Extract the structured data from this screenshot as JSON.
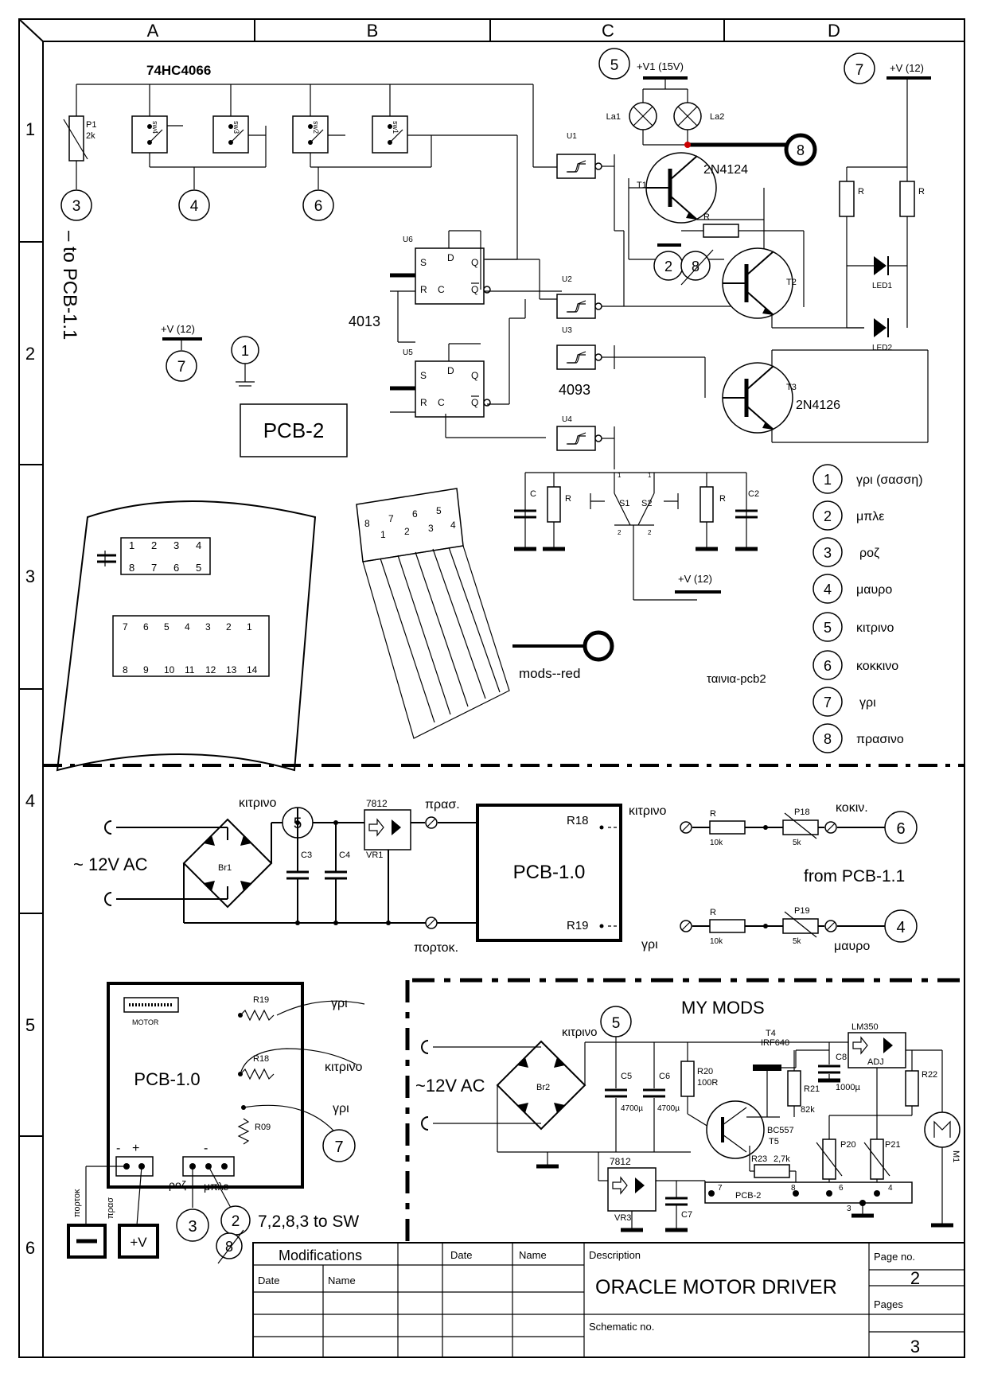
{
  "frame": {
    "columns": [
      "A",
      "B",
      "C",
      "D"
    ],
    "rows": [
      "1",
      "2",
      "3",
      "4",
      "5",
      "6"
    ]
  },
  "top": {
    "ic_switch": "74HC4066",
    "pot": {
      "ref": "P1",
      "value": "2k"
    },
    "switches": [
      "sw4",
      "sw3",
      "sw2",
      "sw1"
    ],
    "ff_ic": "4013",
    "ff": [
      "U6",
      "U5"
    ],
    "trigger_ic": "4093",
    "triggers": [
      "U1",
      "U2",
      "U3",
      "U4"
    ],
    "supply_v1": "+V1 (15V)",
    "supply_v12": "+V (12)",
    "lamps": [
      "La1",
      "La2"
    ],
    "transistors": [
      {
        "ref": "T1",
        "part": "2N4124"
      },
      {
        "ref": "T2",
        "part": ""
      },
      {
        "ref": "T3",
        "part": "2N4126"
      }
    ],
    "res": "R",
    "leds": [
      "LED1",
      "LED2"
    ],
    "switch_labels": [
      "S1",
      "S2"
    ],
    "caps": [
      "C",
      "C2"
    ],
    "pin_nums": [
      "1",
      "2"
    ],
    "to_pcb": "–   to PCB-1.1",
    "pcb2_label": "PCB-2",
    "mods_red": "mods--red",
    "ribbon_label": "ταινια-pcb2",
    "chip_pins_small": [
      "1",
      "2",
      "3",
      "4",
      "8",
      "7",
      "6",
      "5"
    ],
    "chip_pins_large_top": [
      "7",
      "6",
      "5",
      "4",
      "3",
      "2",
      "1"
    ],
    "chip_pins_large_bot": [
      "8",
      "9",
      "10",
      "11",
      "12",
      "13",
      "14"
    ],
    "ribbon_pins_top": [
      "8",
      "7",
      "6",
      "5"
    ],
    "ribbon_pins_bot": [
      "1",
      "2",
      "3",
      "4"
    ]
  },
  "legend": [
    {
      "num": "1",
      "label": "γρι (σασση)"
    },
    {
      "num": "2",
      "label": "μπλε"
    },
    {
      "num": "3",
      "label": "ροζ"
    },
    {
      "num": "4",
      "label": "μαυρο"
    },
    {
      "num": "5",
      "label": "κιτρινο"
    },
    {
      "num": "6",
      "label": "κοκκινο"
    },
    {
      "num": "7",
      "label": "γρι"
    },
    {
      "num": "8",
      "label": "πρασινο"
    }
  ],
  "middle": {
    "ac_label": "~ 12V AC",
    "bridge": "Br1",
    "caps": [
      "C3",
      "C4"
    ],
    "reg": {
      "ref": "VR1",
      "part": "7812"
    },
    "pcb": "PCB-1.0",
    "pins": [
      "R18",
      "R19"
    ],
    "wire_labels": {
      "kitrino": "κιτρινο",
      "pras": "πρασ.",
      "portok": "πορτοκ.",
      "gri": "γρι",
      "kokkino": "κοκιν.",
      "mavro": "μαυρο"
    },
    "resistors": [
      {
        "ref": "R",
        "value": "10k"
      },
      {
        "ref": "R",
        "value": "10k"
      }
    ],
    "pots": [
      {
        "ref": "P18",
        "value": "5k"
      },
      {
        "ref": "P19",
        "value": "5k"
      }
    ],
    "from_pcb": "from PCB-1.1"
  },
  "bottom_left": {
    "pcb": "PCB-1.0",
    "motor": "MOTOR",
    "res": [
      "R19",
      "R18",
      "R09"
    ],
    "wires": [
      "γρι",
      "κιτρινο",
      "γρι"
    ],
    "conn_signs": [
      "-",
      "+",
      "-"
    ],
    "wire_names": {
      "portok": "πορτοκ",
      "pras": "πρασ",
      "roz": "ροζ",
      "mple": "μπλε"
    },
    "plus_v": "+V",
    "to_sw": "7,2,8,3  to SW"
  },
  "mods": {
    "title": "MY MODS",
    "ac_label": "~12V AC",
    "bridge": "Br2",
    "kitrino": "κιτρινο",
    "caps": [
      {
        "ref": "C5",
        "value": "4700µ"
      },
      {
        "ref": "C6",
        "value": "4700µ"
      },
      {
        "ref": "C8",
        "value": "1000µ"
      },
      {
        "ref": "C7",
        "value": ""
      }
    ],
    "resistors": [
      {
        "ref": "R20",
        "value": "100R"
      },
      {
        "ref": "R21",
        "value": "82k"
      },
      {
        "ref": "R22",
        "value": ""
      },
      {
        "ref": "R23",
        "value": "2,7k"
      }
    ],
    "mosfet": {
      "ref": "T4",
      "part": "IRF640"
    },
    "bjt": {
      "ref": "T5",
      "part": "BC557"
    },
    "reg": {
      "ref": "VR3",
      "part": "7812"
    },
    "lm": {
      "part": "LM350",
      "pin": "ADJ"
    },
    "pots": [
      "P20",
      "P21"
    ],
    "motor": "M1",
    "pcb2": "PCB-2",
    "pcb2_pins": [
      "7",
      "8",
      "6",
      "4",
      "3"
    ]
  },
  "title_block": {
    "modifications": "Modifications",
    "date": "Date",
    "name": "Name",
    "description": "Description",
    "title": "ORACLE MOTOR DRIVER",
    "page_no_label": "Page no.",
    "page_no": "2",
    "pages_label": "Pages",
    "pages": "3",
    "schematic_no": "Schematic no."
  }
}
